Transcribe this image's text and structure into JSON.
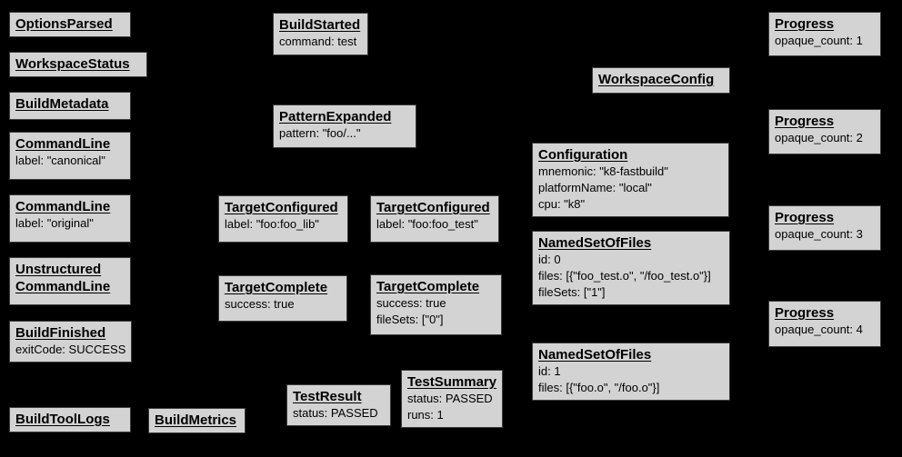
{
  "colors": {
    "background": "#000000",
    "node_fill": "#d3d3d3",
    "node_text": "#000000",
    "node_border": "#3c3c3c"
  },
  "nodes": [
    {
      "title": "OptionsParsed",
      "lines": []
    },
    {
      "title": "WorkspaceStatus",
      "lines": []
    },
    {
      "title": "BuildMetadata",
      "lines": []
    },
    {
      "title": "CommandLine",
      "lines": [
        "label: \"canonical\""
      ]
    },
    {
      "title": "CommandLine",
      "lines": [
        "label: \"original\""
      ]
    },
    {
      "title": "Unstructured",
      "title2": "CommandLine",
      "lines": []
    },
    {
      "title": "BuildFinished",
      "lines": [
        "exitCode: SUCCESS"
      ]
    },
    {
      "title": "BuildToolLogs",
      "lines": []
    },
    {
      "title": "BuildMetrics",
      "lines": []
    },
    {
      "title": "BuildStarted",
      "lines": [
        "command: test"
      ]
    },
    {
      "title": "PatternExpanded",
      "lines": [
        "pattern: \"foo/...\""
      ]
    },
    {
      "title": "TargetConfigured",
      "lines": [
        "label: \"foo:foo_lib\""
      ]
    },
    {
      "title": "TargetConfigured",
      "lines": [
        "label: \"foo:foo_test\""
      ]
    },
    {
      "title": "TargetComplete",
      "lines": [
        "success: true"
      ]
    },
    {
      "title": "TargetComplete",
      "lines": [
        "success: true",
        "fileSets: [\"0\"]"
      ]
    },
    {
      "title": "TestResult",
      "lines": [
        "status: PASSED"
      ]
    },
    {
      "title": "TestSummary",
      "lines": [
        "status: PASSED",
        "runs: 1"
      ]
    },
    {
      "title": "WorkspaceConfig",
      "lines": []
    },
    {
      "title": "Configuration",
      "lines": [
        "mnemonic: \"k8-fastbuild\"",
        "platformName: \"local\"",
        "cpu: \"k8\""
      ]
    },
    {
      "title": "NamedSetOfFiles",
      "lines": [
        "id: 0",
        "files: [{\"foo_test.o\", \"/foo_test.o\"}]",
        "fileSets: [\"1\"]"
      ]
    },
    {
      "title": "NamedSetOfFiles",
      "lines": [
        "id: 1",
        "files: [{\"foo.o\", \"/foo.o\"}]"
      ]
    },
    {
      "title": "Progress",
      "lines": [
        "opaque_count: 1"
      ]
    },
    {
      "title": "Progress",
      "lines": [
        "opaque_count: 2"
      ]
    },
    {
      "title": "Progress",
      "lines": [
        "opaque_count: 3"
      ]
    },
    {
      "title": "Progress",
      "lines": [
        "opaque_count: 4"
      ]
    }
  ]
}
